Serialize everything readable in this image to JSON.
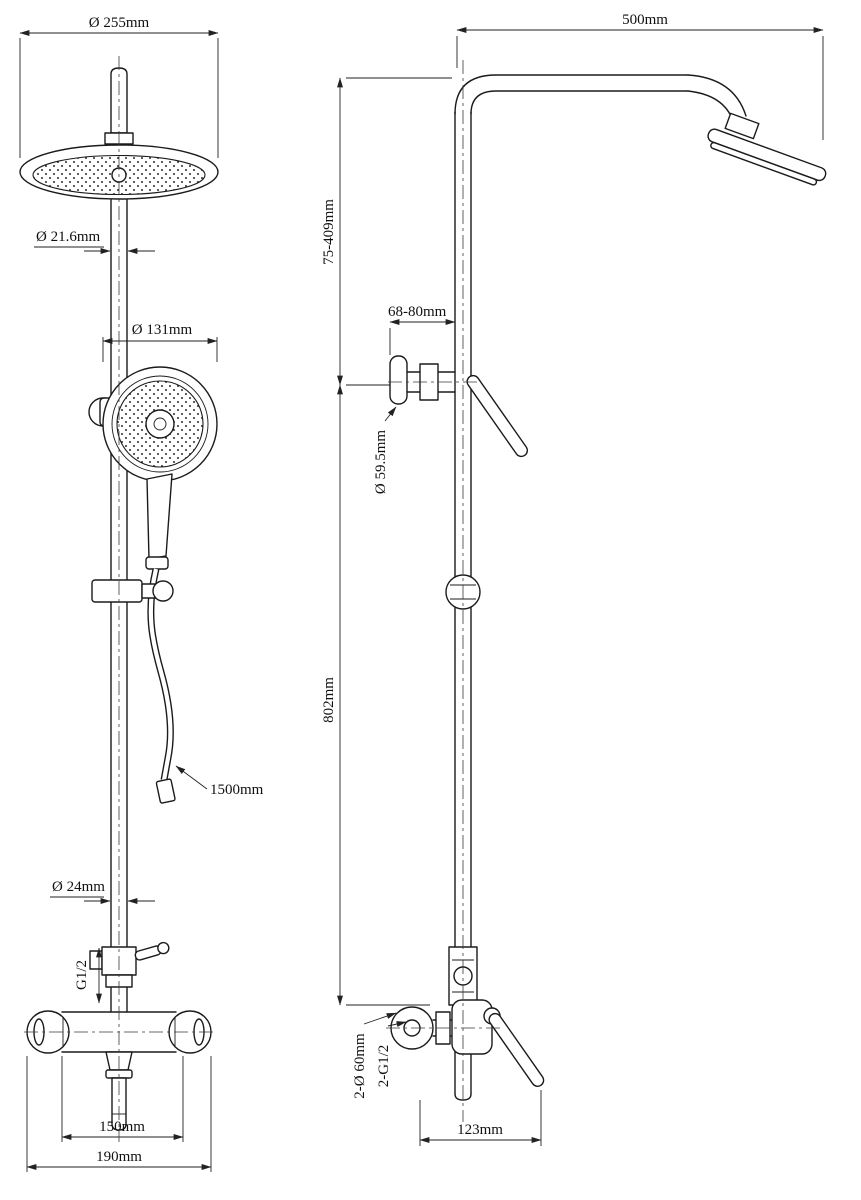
{
  "drawing_title": "shower-system-technical-drawing",
  "front_view": {
    "head_diameter": "Ø 255mm",
    "pipe_diameter": "Ø 21.6mm",
    "handshower_diameter": "Ø 131mm",
    "hose_length": "1500mm",
    "column_diameter": "Ø 24mm",
    "outlet_thread": "G1/2",
    "hole_spacing": "150mm",
    "body_width": "190mm"
  },
  "side_view": {
    "arm_length": "500mm",
    "top_adjust_range": "75-409mm",
    "wall_clearance": "68-80mm",
    "escutcheon_diameter": "Ø 59.5mm",
    "column_height": "802mm",
    "inlet_escutcheons": "2-Ø 60mm",
    "inlet_thread": "2-G1/2",
    "mixer_depth": "123mm"
  },
  "colors": {
    "line": "#1b1b1b",
    "dim": "#222222",
    "background": "#ffffff"
  }
}
